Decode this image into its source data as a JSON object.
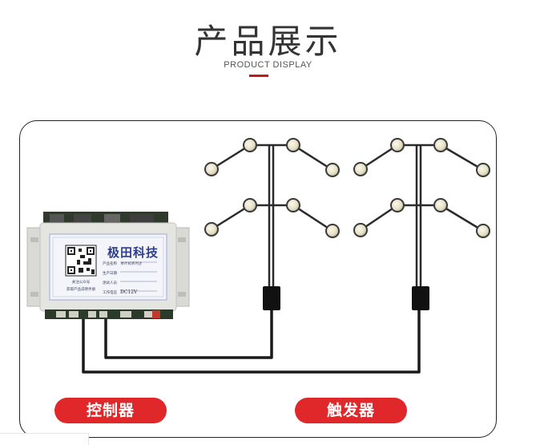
{
  "header": {
    "title": "产品展示",
    "subtitle": "PRODUCT DISPLAY"
  },
  "device": {
    "brand": "极田科技",
    "fields": [
      {
        "label": "产品名称",
        "value": "单片机系列主"
      },
      {
        "label": "生产日期",
        "value": ""
      },
      {
        "label": "测试人员",
        "value": ""
      },
      {
        "label": "工作电压",
        "value": "DC12V"
      }
    ],
    "qr_caption_1": "关注公众号",
    "qr_caption_2": "获取产品说明手册"
  },
  "labels": {
    "controller": "控制器",
    "trigger": "触发器"
  },
  "colors": {
    "accent": "#c8161d",
    "pill": "#e0272a",
    "wire": "#1a1a1a",
    "title": "#333333"
  }
}
